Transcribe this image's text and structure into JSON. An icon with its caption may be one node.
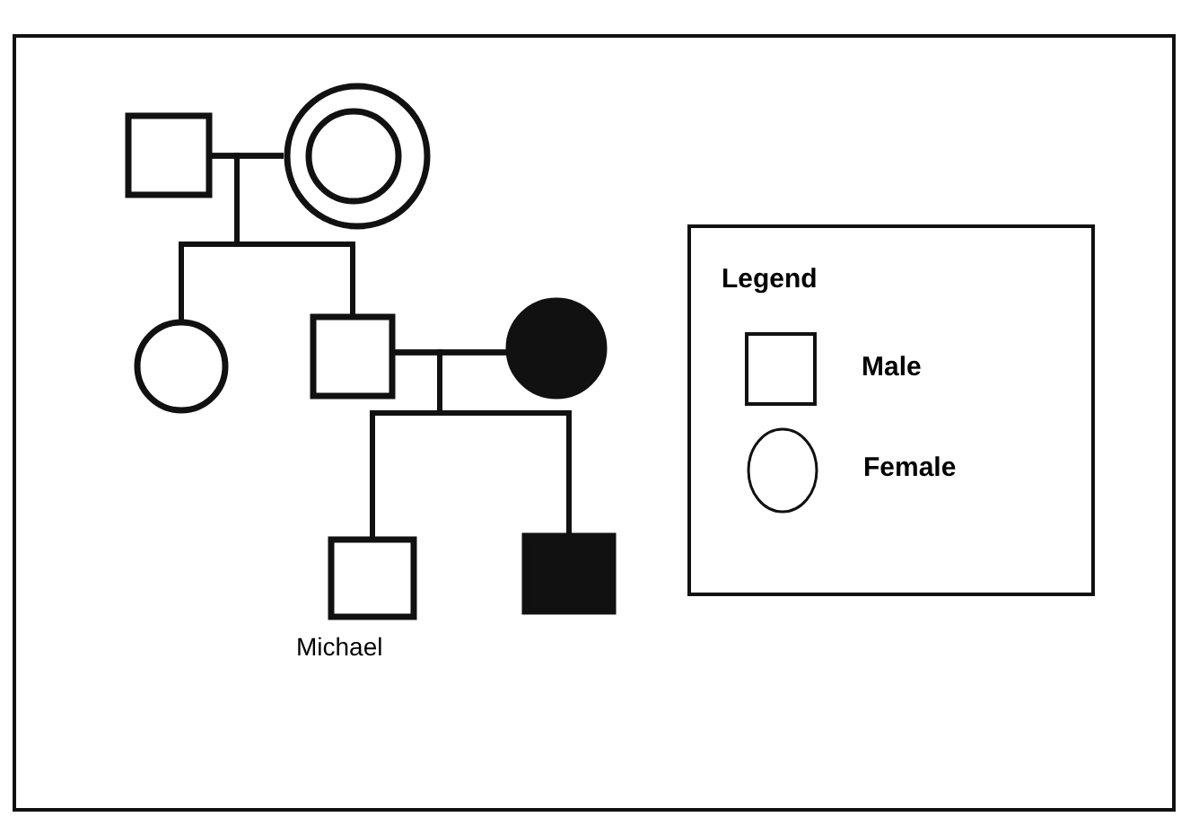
{
  "diagram": {
    "nodes": [
      {
        "text": [],
        "shape": "box"
      },
      {
        "text": [],
        "shape": "circle"
      },
      {
        "text": [],
        "shape": "circle"
      },
      {
        "text": [],
        "shape": "box"
      },
      {
        "text": [],
        "shape": "circle"
      },
      {
        "text": [],
        "shape": "box",
        "beside": [
          "Michael"
        ]
      },
      {
        "text": [],
        "shape": "box"
      }
    ],
    "edges": [
      {
        "from": 0,
        "to": 1,
        "arrow": "none"
      },
      {
        "from": 0,
        "to": 2,
        "arrow": "none"
      },
      {
        "from": 1,
        "to": 2,
        "arrow": "none"
      },
      {
        "from": 0,
        "to": 3,
        "arrow": "none"
      },
      {
        "from": 1,
        "to": 3,
        "arrow": "none"
      },
      {
        "from": 3,
        "to": 4,
        "arrow": "none"
      },
      {
        "from": 3,
        "to": 5,
        "arrow": "none"
      },
      {
        "from": 4,
        "to": 5,
        "arrow": "none"
      },
      {
        "from": 3,
        "to": 6,
        "arrow": "none"
      },
      {
        "from": 4,
        "to": 6,
        "arrow": "none"
      }
    ],
    "labels": [
      "Legend"
    ],
    "legend": [
      {
        "text": "Male"
      },
      {
        "text": "Female"
      }
    ]
  }
}
